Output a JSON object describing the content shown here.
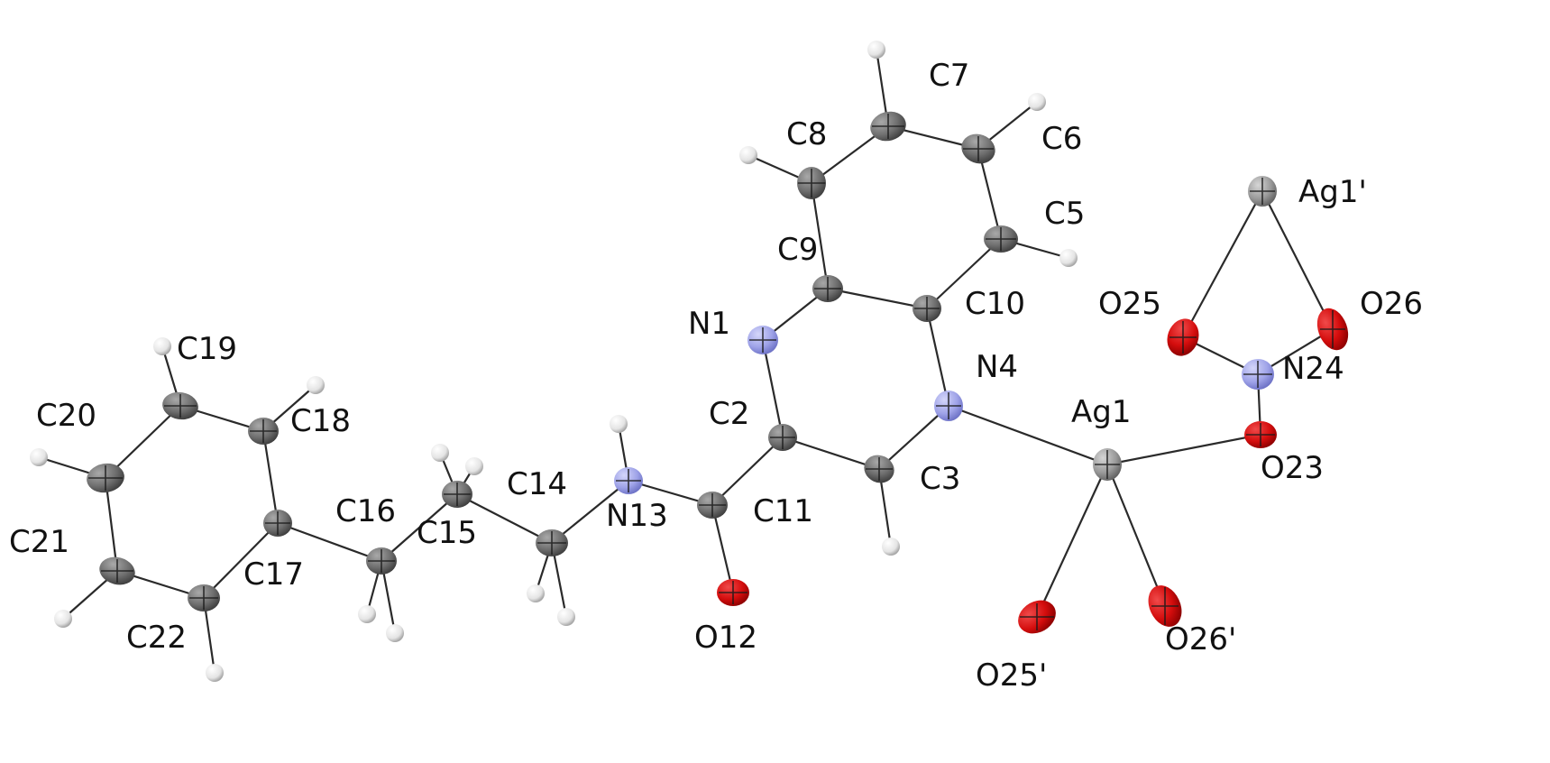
{
  "colors": {
    "carbon": "#6e6e6e",
    "nitrogen": "#9fa3e8",
    "oxygen": "#d40d0d",
    "silver": "#9a9a9a",
    "hydrogen": "#e4e4e4",
    "bond": "#2a2a2a",
    "label": "#111111"
  },
  "atom_labels": {
    "C7": "C7",
    "C8": "C8",
    "C6": "C6",
    "C5": "C5",
    "C9": "C9",
    "C10": "C10",
    "N1": "N1",
    "N4": "N4",
    "C2": "C2",
    "C3": "C3",
    "C11": "C11",
    "O12": "O12",
    "N13": "N13",
    "C14": "C14",
    "C15": "C15",
    "C16": "C16",
    "C17": "C17",
    "C18": "C18",
    "C19": "C19",
    "C20": "C20",
    "C21": "C21",
    "C22": "C22",
    "Ag1": "Ag1",
    "Ag1p": "Ag1'",
    "O23": "O23",
    "N24": "N24",
    "O25": "O25",
    "O26": "O26",
    "O25p": "O25'",
    "O26p": "O26'"
  }
}
